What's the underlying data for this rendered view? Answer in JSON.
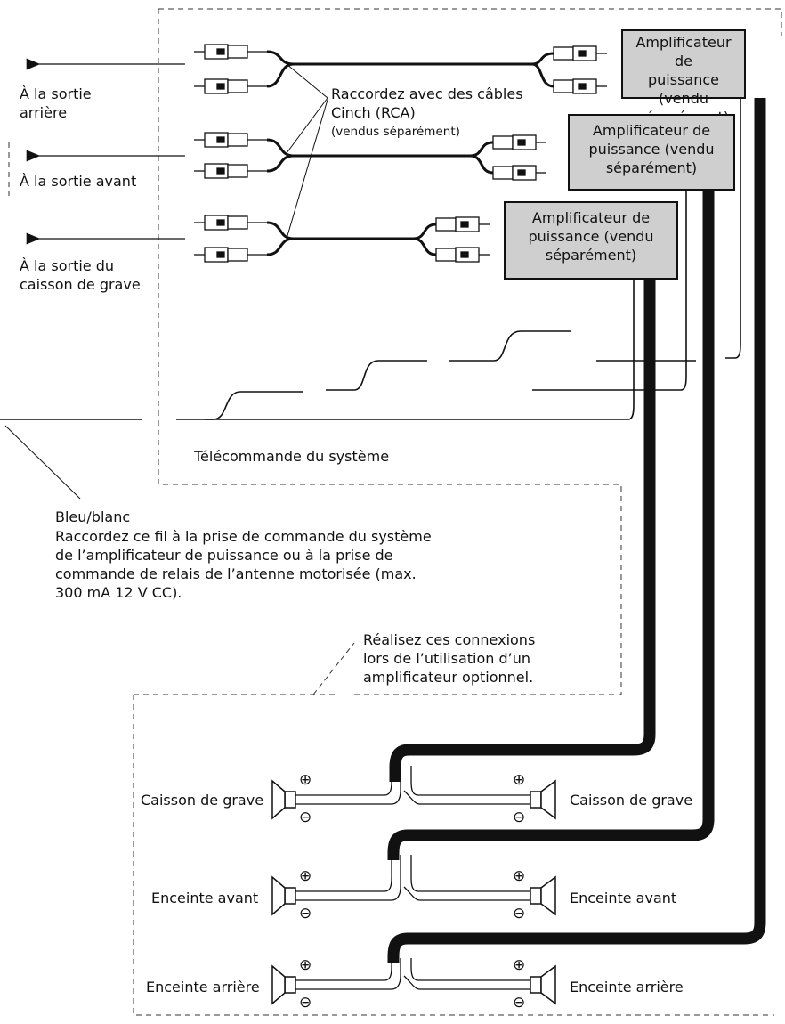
{
  "outputs": {
    "rear": "À la sortie\narrière",
    "front": "À la sortie avant",
    "subwoofer": "À la sortie du\ncaisson de grave"
  },
  "rca_note": {
    "line1": "Raccordez avec des câbles",
    "line2": "Cinch (RCA)",
    "line3": "(vendus séparément)"
  },
  "amplifiers": [
    "Amplificateur de\npuissance (vendu\nséparément)",
    "Amplificateur de\npuissance (vendu\nséparément)",
    "Amplificateur de\npuissance (vendu\nséparément)"
  ],
  "remote_label": "Télécommande du système",
  "wire_note": {
    "title": "Bleu/blanc",
    "body": "Raccordez ce fil à la prise de commande du système\nde l’amplificateur de puissance ou à la prise de\ncommande de relais de l’antenne motorisée (max.\n300 mA 12 V CC)."
  },
  "optional_note": "Réalisez ces connexions\nlors de l’utilisation d’un\namplificateur optionnel.",
  "speakers": {
    "subwoofer": "Caisson de grave",
    "front": "Enceinte avant",
    "rear": "Enceinte arrière"
  },
  "polarity": {
    "plus": "⊕",
    "minus": "⊖"
  },
  "colors": {
    "amp_fill": "#cfcfcf",
    "line": "#111111"
  }
}
